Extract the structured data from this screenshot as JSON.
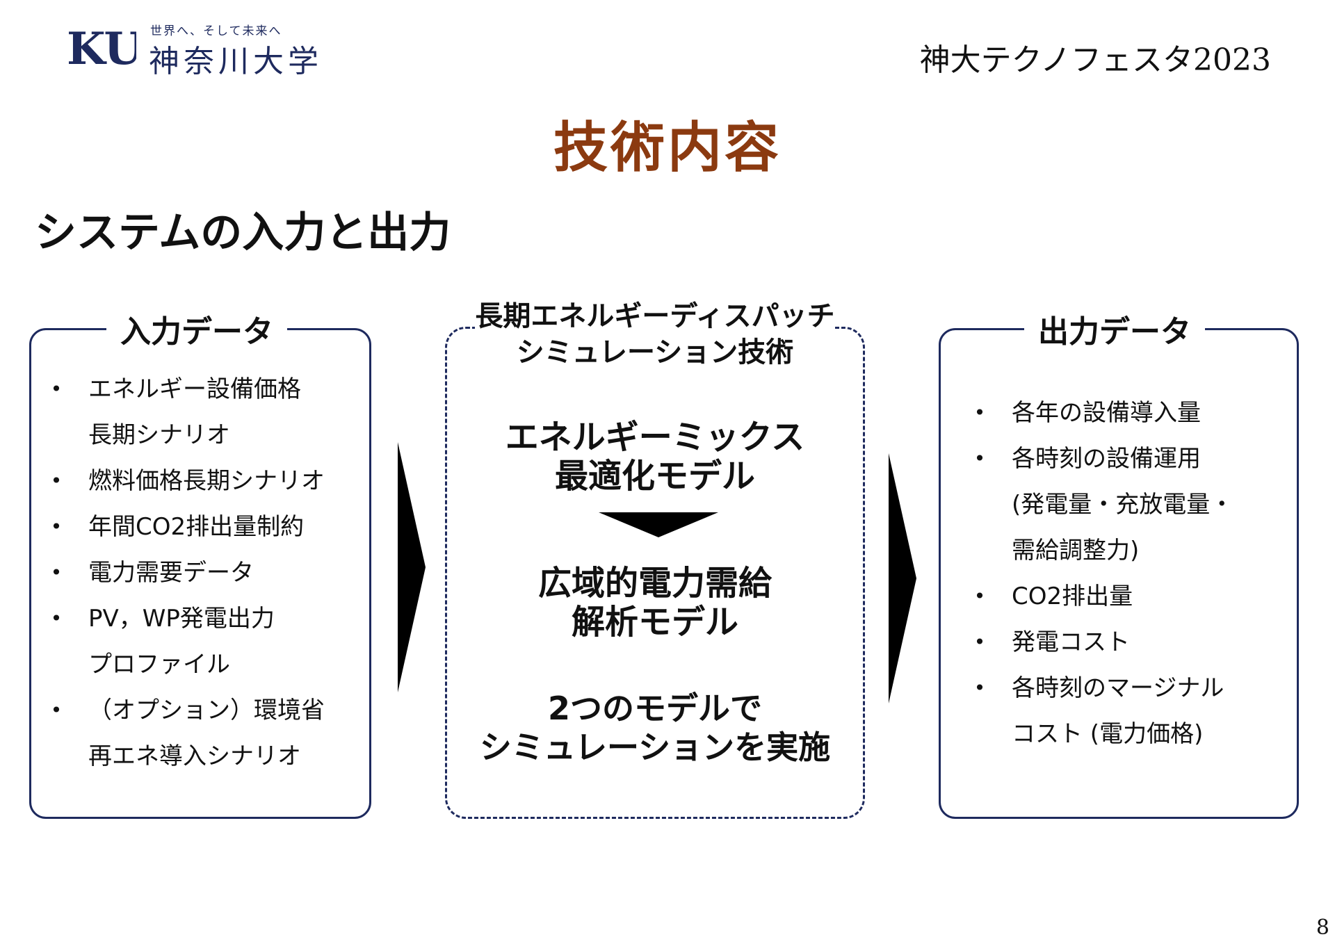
{
  "header": {
    "logo_mark": "KU",
    "logo_tagline": "世界へ、そして未来へ",
    "logo_name": "神奈川大学",
    "event_title": "神大テクノフェスタ2023"
  },
  "page_title": "技術内容",
  "section_title": "システムの入力と出力",
  "input_panel": {
    "title": "入力データ",
    "items": [
      {
        "lines": [
          "エネルギー設備価格",
          "長期シナリオ"
        ]
      },
      {
        "lines": [
          "燃料価格長期シナリオ"
        ]
      },
      {
        "lines": [
          "年間CO2排出量制約"
        ]
      },
      {
        "lines": [
          "電力需要データ"
        ]
      },
      {
        "lines": [
          "PV，WP発電出力",
          "プロファイル"
        ]
      },
      {
        "lines": [
          "（オプション）環境省",
          "再エネ導入シナリオ"
        ]
      }
    ]
  },
  "center_panel": {
    "title_lines": [
      "長期エネルギーディスパッチ",
      "シミュレーション技術"
    ],
    "model1_lines": [
      "エネルギーミックス",
      "最適化モデル"
    ],
    "model2_lines": [
      "広域的電力需給",
      "解析モデル"
    ],
    "summary_lines": [
      "2つのモデルで",
      "シミュレーションを実施"
    ]
  },
  "output_panel": {
    "title": "出力データ",
    "items": [
      {
        "lines": [
          "各年の設備導入量"
        ]
      },
      {
        "lines": [
          "各時刻の設備運用",
          "(発電量・充放電量・",
          "需給調整力)"
        ]
      },
      {
        "lines": [
          "CO2排出量"
        ]
      },
      {
        "lines": [
          "発電コスト"
        ]
      },
      {
        "lines": [
          "各時刻のマージナル",
          "コスト (電力価格)"
        ]
      }
    ]
  },
  "bullet_glyph": "•",
  "page_number": "8",
  "colors": {
    "title": "#8b3a10",
    "border": "#1e2a5e",
    "logo": "#1e2a5e",
    "arrow": "#000000"
  }
}
